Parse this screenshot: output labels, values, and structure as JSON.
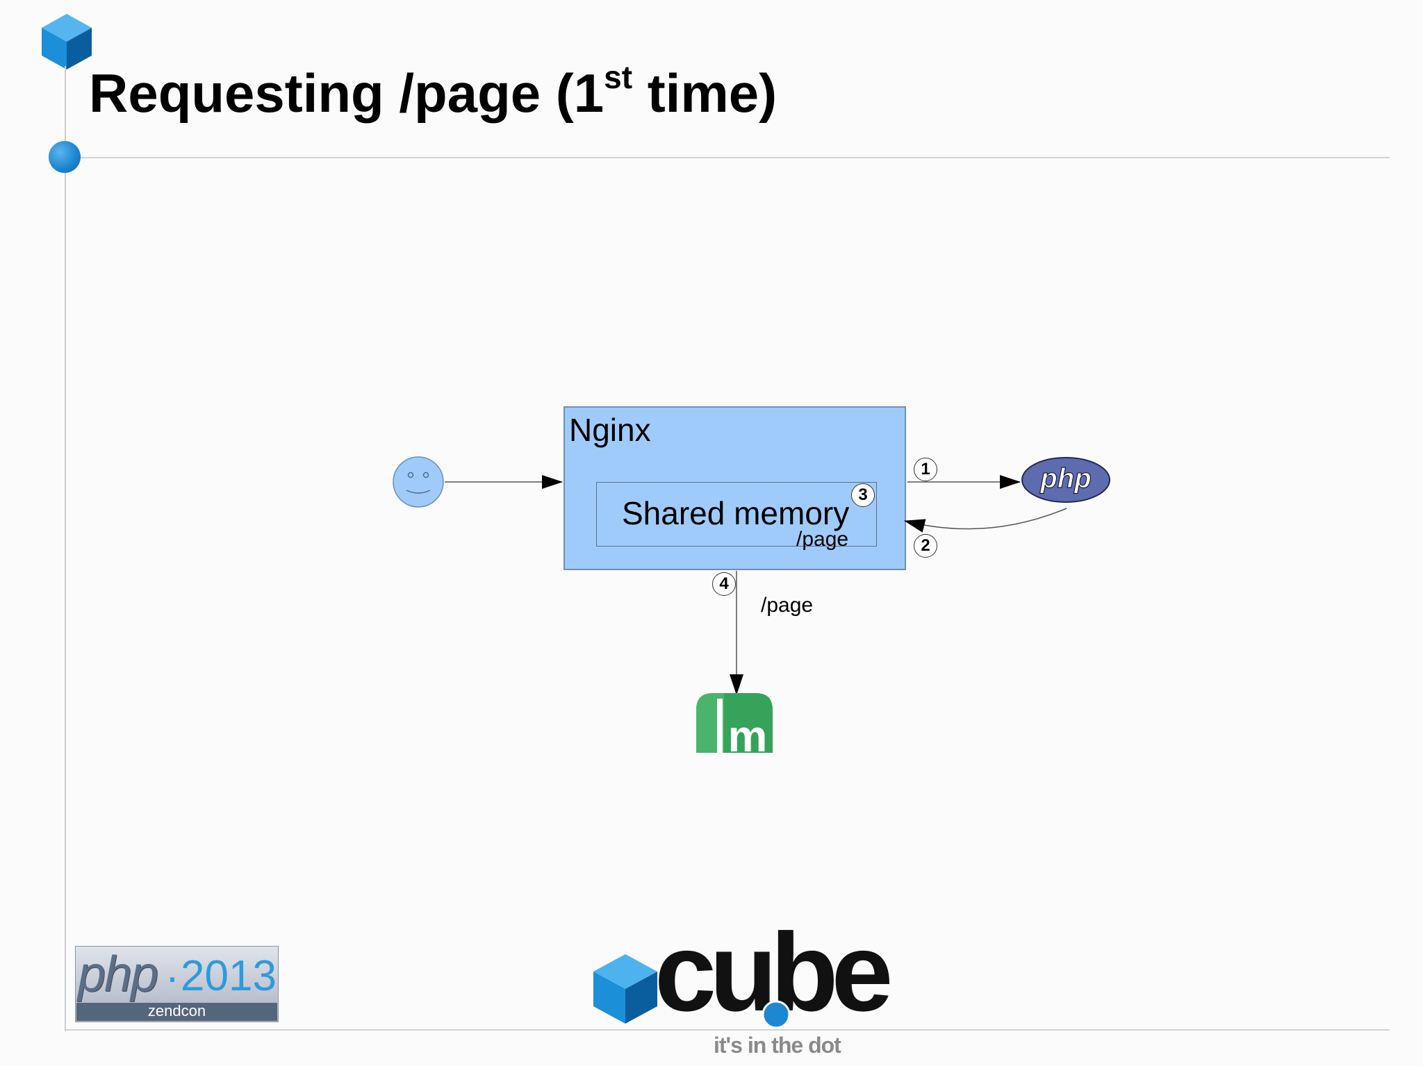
{
  "title": {
    "prefix": "Requesting /page (1",
    "superscript": "st",
    "suffix": " time)"
  },
  "diagram": {
    "nginx_label": "Nginx",
    "shared_memory_label": "Shared memory",
    "shared_memory_key": "/page",
    "memcached_edge_label": "/page",
    "php_logo_text": "php",
    "steps": [
      "1",
      "2",
      "3",
      "4"
    ]
  },
  "footer": {
    "php_logo": {
      "main": "php",
      "separator": "·",
      "year": "2013",
      "sub": "zendcon"
    },
    "cube_logo": {
      "word": "cube",
      "tagline": "it's in the dot"
    }
  },
  "colors": {
    "nginx_fill": "#9fcbfb",
    "accent_blue": "#1d87d3",
    "php_logo": "#5d6cae",
    "memcached_green": "#35a35a"
  }
}
